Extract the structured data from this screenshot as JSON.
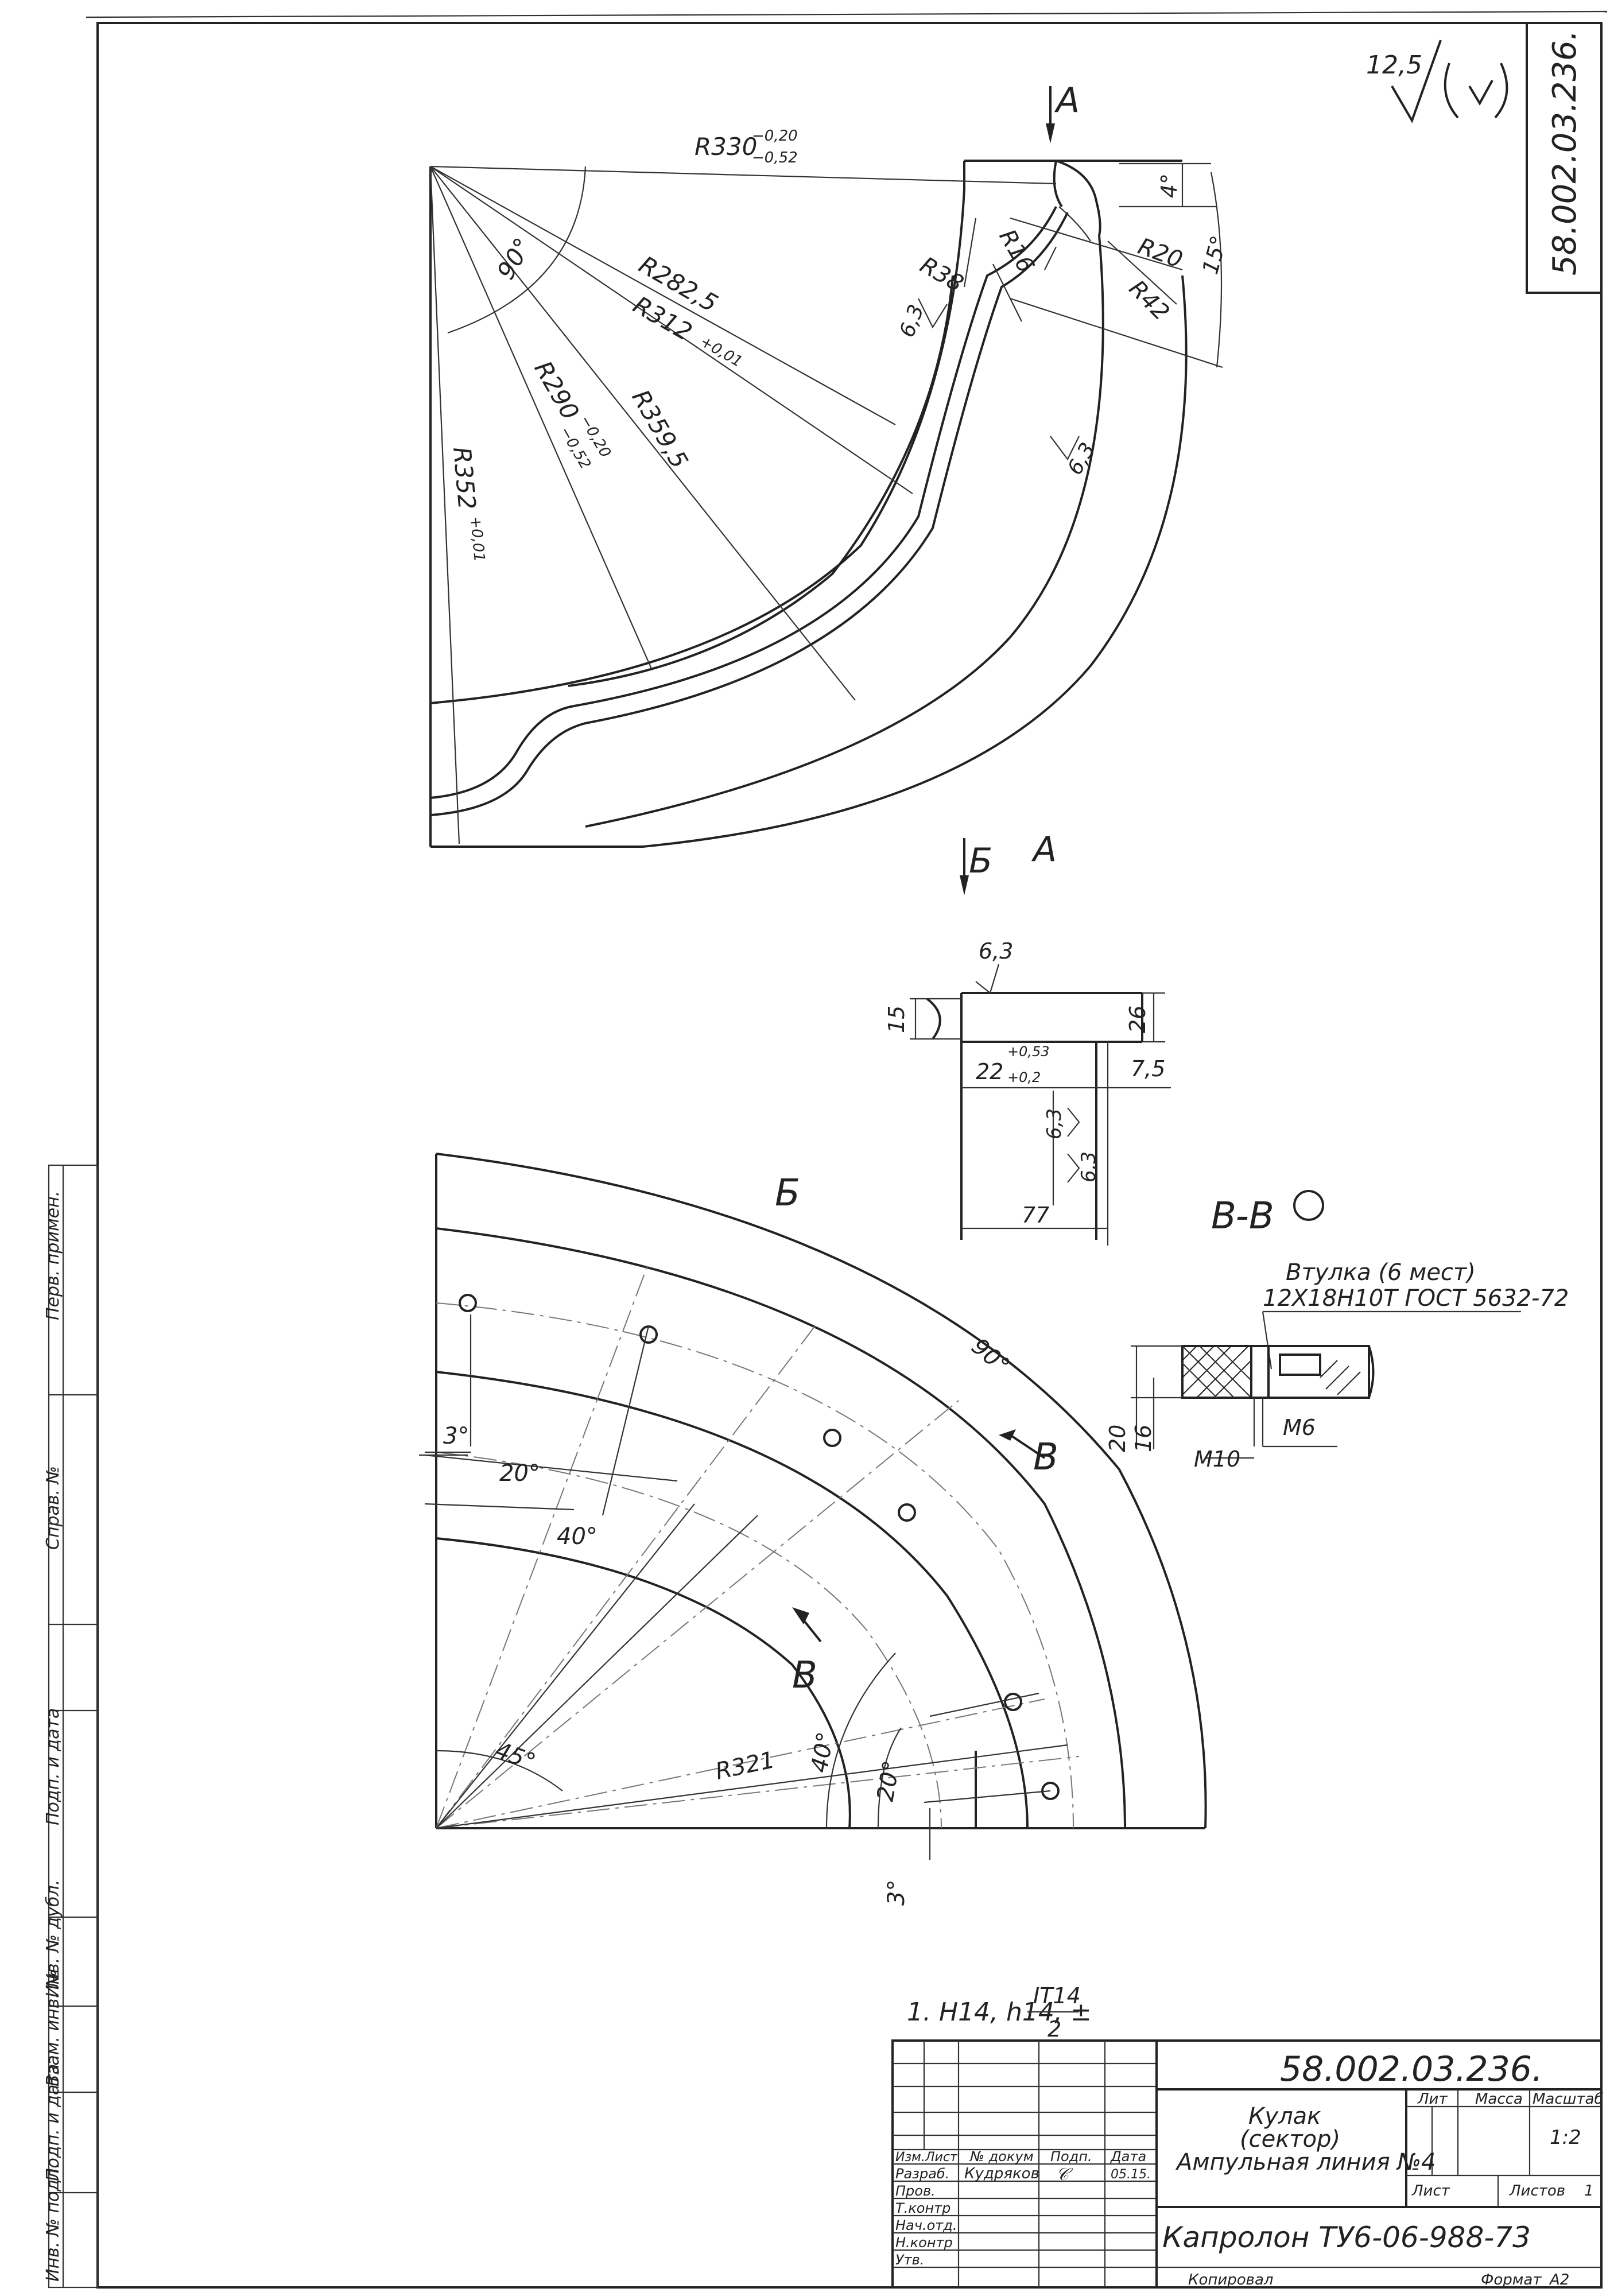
{
  "document": {
    "code_stamp": "58.002.03.236.",
    "roughness_value": "12,5"
  },
  "top_view": {
    "view_label": "A",
    "dims": {
      "r330": "R330",
      "r330_tol_upper": "−0,20",
      "r330_tol_lower": "−0,52",
      "angle_90": "90°",
      "r282": "R282,5",
      "r312": "R312",
      "r312_tol": "+0,01",
      "r290": "R290",
      "r290_tol_upper": "−0,20",
      "r290_tol_lower": "−0,52",
      "r359": "R359,5",
      "r352": "R352",
      "r352_tol": "+0,01",
      "r38": "R38",
      "r16": "R16",
      "r20": "R20",
      "r42": "R42",
      "angle_4": "4°",
      "angle_15": "15°",
      "rough_1": "6,3",
      "rough_2": "6,3"
    }
  },
  "section_a": {
    "cut_label": "Б",
    "view_label": "A",
    "dims": {
      "rough_top": "6,3",
      "d15": "15",
      "d26": "26",
      "d22": "22",
      "d22_tol_upper": "+0,53",
      "d22_tol_lower": "+0,2",
      "d7_5": "7,5",
      "rough_a": "6,3",
      "rough_b": "6,3",
      "d77": "77"
    }
  },
  "bottom_view": {
    "view_label": "Б",
    "section_label": "B-B",
    "arrow_label_1": "B",
    "arrow_label_2": "B",
    "dims": {
      "angle_90": "90°",
      "angle_3a": "3°",
      "angle_20a": "20°",
      "angle_40a": "40°",
      "angle_45": "45°",
      "r321": "R321",
      "angle_40b": "40°",
      "angle_20b": "20°",
      "angle_3b": "3°"
    }
  },
  "section_bb": {
    "leader_line1": "Втулка (6 мест)",
    "leader_line2": "12Х18Н10Т ГОСТ 5632-72",
    "d20": "20",
    "d16": "16",
    "m10": "M10",
    "m6": "M6"
  },
  "notes": {
    "note1_prefix": "1. H14, h14, ±",
    "note1_num": "IT14",
    "note1_den": "2"
  },
  "title_block": {
    "designation": "58.002.03.236.",
    "part_name_1": "Кулак",
    "part_name_2": "(сектор)",
    "part_name_3": "Ампульная линия №4",
    "material": "Капролон ТУ6-06-988-73",
    "head_izm": "Изм.",
    "head_list": "Лист",
    "head_doc": "№ докум",
    "head_sign": "Подп.",
    "head_date": "Дата",
    "row_razrab": "Разраб.",
    "razrab_name": "Кудряков",
    "razrab_date": "05.15.",
    "row_prov": "Пров.",
    "row_tkontr": "Т.контр",
    "row_nach": "Нач.отд.",
    "row_nkontr": "Н.контр",
    "row_utv": "Утв.",
    "lit": "Лит",
    "massa": "Масса",
    "masshtab": "Масштаб",
    "scale": "1:2",
    "list": "Лист",
    "listov": "Листов",
    "listov_val": "1",
    "copied": "Копировал",
    "format": "Формат",
    "format_val": "А2"
  },
  "side_stamps": {
    "perv": "Перв. примен.",
    "sprav": "Справ. №",
    "podp1": "Подп. и дата",
    "inv_dubl": "Инв. № дубл.",
    "vzam": "Взам. инв. №",
    "podp2": "Подп. и дата",
    "inv_podl": "Инв. № подл."
  }
}
